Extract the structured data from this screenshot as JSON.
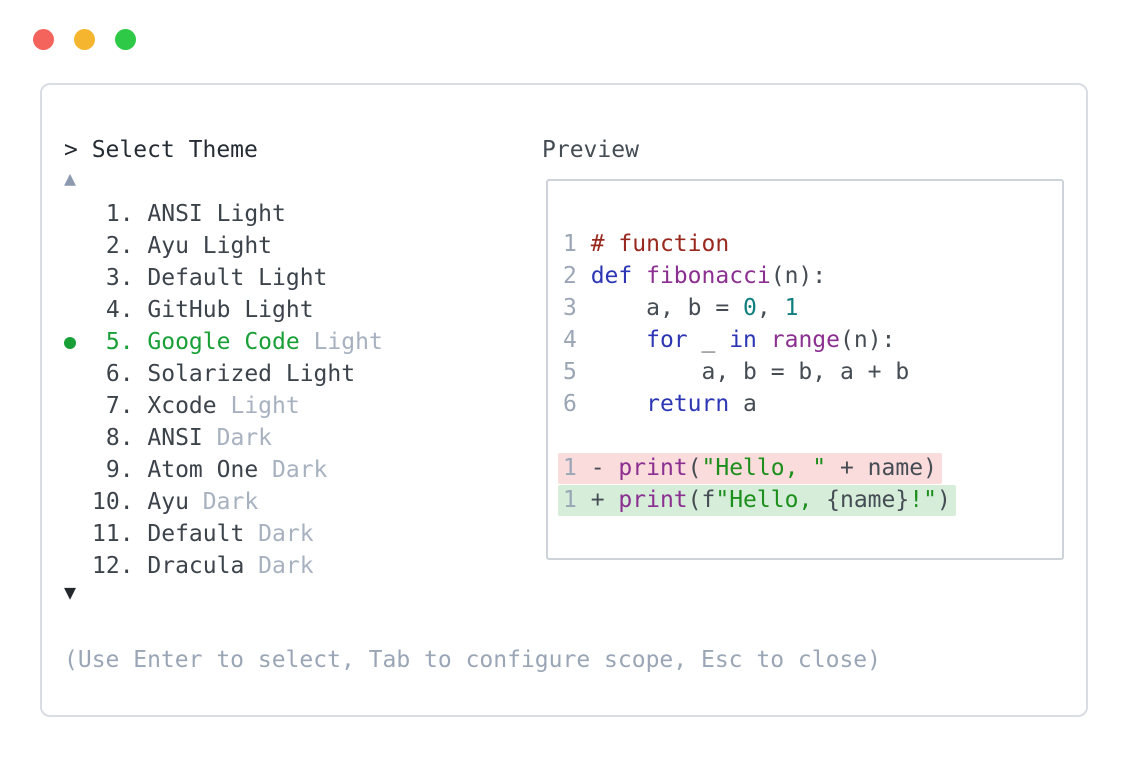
{
  "window": {
    "traffic_lights": [
      {
        "name": "close-button",
        "color": "#f4645d"
      },
      {
        "name": "minimize-button",
        "color": "#f5b52e"
      },
      {
        "name": "zoom-button",
        "color": "#2ec946"
      }
    ]
  },
  "selector": {
    "prompt": "> Select Theme",
    "scroll_up_icon": "▲",
    "scroll_down_icon": "▼",
    "help": "(Use Enter to select, Tab to configure scope, Esc to close)",
    "selected_index": 5,
    "items": [
      {
        "num": " 1.",
        "selected": false,
        "segs": [
          {
            "t": "ANSI Light",
            "c": "name"
          }
        ]
      },
      {
        "num": " 2.",
        "selected": false,
        "segs": [
          {
            "t": "Ayu Light",
            "c": "name"
          }
        ]
      },
      {
        "num": " 3.",
        "selected": false,
        "segs": [
          {
            "t": "Default Light",
            "c": "name"
          }
        ]
      },
      {
        "num": " 4.",
        "selected": false,
        "segs": [
          {
            "t": "GitHub Light",
            "c": "name"
          }
        ]
      },
      {
        "num": " 5.",
        "selected": true,
        "segs": [
          {
            "t": "Google Code",
            "c": "sel"
          },
          {
            "t": " Light",
            "c": "dim"
          }
        ]
      },
      {
        "num": " 6.",
        "selected": false,
        "segs": [
          {
            "t": "Solarized Light",
            "c": "name"
          }
        ]
      },
      {
        "num": " 7.",
        "selected": false,
        "segs": [
          {
            "t": "Xcode",
            "c": "name"
          },
          {
            "t": " Light",
            "c": "dim"
          }
        ]
      },
      {
        "num": " 8.",
        "selected": false,
        "segs": [
          {
            "t": "ANSI",
            "c": "name"
          },
          {
            "t": " Dark",
            "c": "dim"
          }
        ]
      },
      {
        "num": " 9.",
        "selected": false,
        "segs": [
          {
            "t": "Atom One",
            "c": "name"
          },
          {
            "t": " Dark",
            "c": "dim"
          }
        ]
      },
      {
        "num": "10.",
        "selected": false,
        "segs": [
          {
            "t": "Ayu",
            "c": "name"
          },
          {
            "t": " Dark",
            "c": "dim"
          }
        ]
      },
      {
        "num": "11.",
        "selected": false,
        "segs": [
          {
            "t": "Default",
            "c": "name"
          },
          {
            "t": " Dark",
            "c": "dim"
          }
        ]
      },
      {
        "num": "12.",
        "selected": false,
        "segs": [
          {
            "t": "Dracula",
            "c": "name"
          },
          {
            "t": " Dark",
            "c": "dim"
          }
        ]
      }
    ]
  },
  "preview": {
    "label": "Preview",
    "code_lines": [
      {
        "no": "1",
        "segs": [
          {
            "t": "# function",
            "c": "com"
          }
        ]
      },
      {
        "no": "2",
        "segs": [
          {
            "t": "def",
            "c": "kwd"
          },
          {
            "t": " ",
            "c": "plain"
          },
          {
            "t": "fibonacci",
            "c": "typ"
          },
          {
            "t": "(n):",
            "c": "plain"
          }
        ]
      },
      {
        "no": "3",
        "segs": [
          {
            "t": "    a, b = ",
            "c": "plain"
          },
          {
            "t": "0",
            "c": "lit"
          },
          {
            "t": ", ",
            "c": "plain"
          },
          {
            "t": "1",
            "c": "lit"
          }
        ]
      },
      {
        "no": "4",
        "segs": [
          {
            "t": "    ",
            "c": "plain"
          },
          {
            "t": "for",
            "c": "kwd"
          },
          {
            "t": " _ ",
            "c": "plain"
          },
          {
            "t": "in",
            "c": "kwd"
          },
          {
            "t": " ",
            "c": "plain"
          },
          {
            "t": "range",
            "c": "typ"
          },
          {
            "t": "(n):",
            "c": "plain"
          }
        ]
      },
      {
        "no": "5",
        "segs": [
          {
            "t": "        a, b = b, a + b",
            "c": "plain"
          }
        ]
      },
      {
        "no": "6",
        "segs": [
          {
            "t": "    ",
            "c": "plain"
          },
          {
            "t": "return",
            "c": "kwd"
          },
          {
            "t": " a",
            "c": "plain"
          }
        ]
      },
      {
        "blank": true
      }
    ],
    "diff_lines": [
      {
        "no": "1",
        "sign": "-",
        "type": "removed",
        "segs": [
          {
            "t": "print",
            "c": "typ"
          },
          {
            "t": "(",
            "c": "plain"
          },
          {
            "t": "\"Hello, \"",
            "c": "str"
          },
          {
            "t": " + name)",
            "c": "plain"
          }
        ]
      },
      {
        "no": "1",
        "sign": "+",
        "type": "added",
        "segs": [
          {
            "t": "print",
            "c": "typ"
          },
          {
            "t": "(f",
            "c": "plain"
          },
          {
            "t": "\"Hello, ",
            "c": "str"
          },
          {
            "t": "{name}",
            "c": "plain"
          },
          {
            "t": "!\"",
            "c": "str"
          },
          {
            "t": ")",
            "c": "plain"
          }
        ]
      }
    ]
  },
  "colors": {
    "selected_green": "#189f35",
    "dim_gray": "#a7b1c0",
    "keyword_blue": "#2c36b4",
    "type_purple": "#8b2f90",
    "comment_maroon": "#99291f",
    "literal_teal": "#0e7e80",
    "string_green": "#1d8f1d",
    "diff_removed_bg": "#fbdcdc",
    "diff_added_bg": "#d6edda",
    "panel_border": "#d9dde3"
  }
}
